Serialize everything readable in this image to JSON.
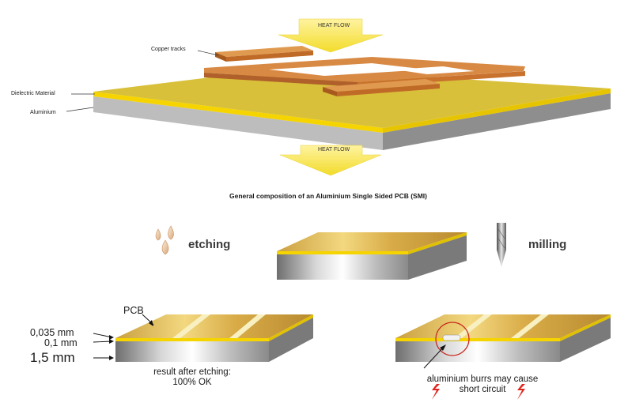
{
  "top_diagram": {
    "heat_flow_top": "HEAT FLOW",
    "heat_flow_bottom": "HEAT FLOW",
    "label_copper": "Copper tracks",
    "label_dielectric": "Dielectric Material",
    "label_aluminium": "Aluminium",
    "caption": "General composition of an Aluminium Single Sided PCB  (SMI)"
  },
  "process": {
    "etching_label": "etching",
    "milling_label": "milling"
  },
  "results": {
    "label_pcb": "PCB",
    "dim_copper": "0,035 mm",
    "dim_dielectric": "0,1 mm",
    "dim_aluminium": "1,5 mm",
    "etching_result_line1": "result after etching:",
    "etching_result_line2": "100% OK",
    "milling_result_line1": "aluminium burrs may cause",
    "milling_result_line2": "short circuit"
  },
  "colors": {
    "copper": "#c8742e",
    "gold": "#e0b24a",
    "dielectric": "#f5d400",
    "aluminium": "#c8c8c8",
    "arrow": "#f6e64a",
    "warning": "#e0231c"
  }
}
